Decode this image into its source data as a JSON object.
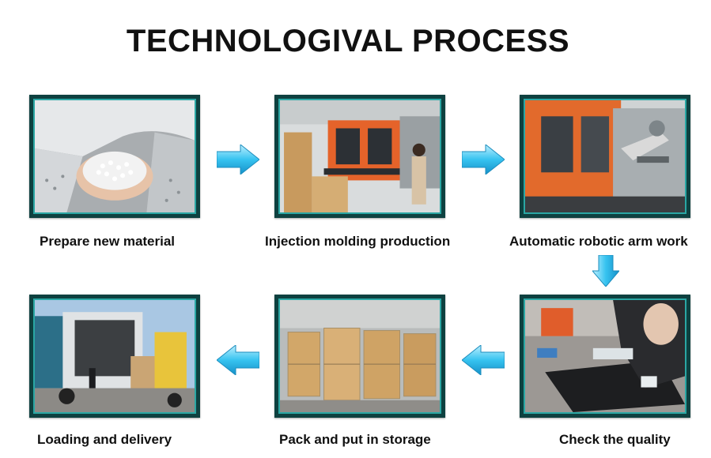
{
  "title": "TECHNOLOGIVAL PROCESS",
  "steps": [
    {
      "label": "Prepare new material",
      "photo": "plastic pellets in hand"
    },
    {
      "label": "Injection molding production",
      "photo": "injection molding machine"
    },
    {
      "label": "Automatic  robotic arm work",
      "photo": "robotic arm machine"
    },
    {
      "label": "Check the quality",
      "photo": "worker inspecting tile"
    },
    {
      "label": "Pack and put in storage",
      "photo": "stacked cartons in warehouse"
    },
    {
      "label": "Loading and delivery",
      "photo": "container truck loading"
    }
  ],
  "arrows": [
    "arrow-right-icon",
    "arrow-right-icon",
    "arrow-down-icon",
    "arrow-left-icon",
    "arrow-left-icon"
  ],
  "colors": {
    "frame": "#0e4140",
    "frame_border": "#2aa7a4",
    "arrow": "#29b6e8"
  }
}
